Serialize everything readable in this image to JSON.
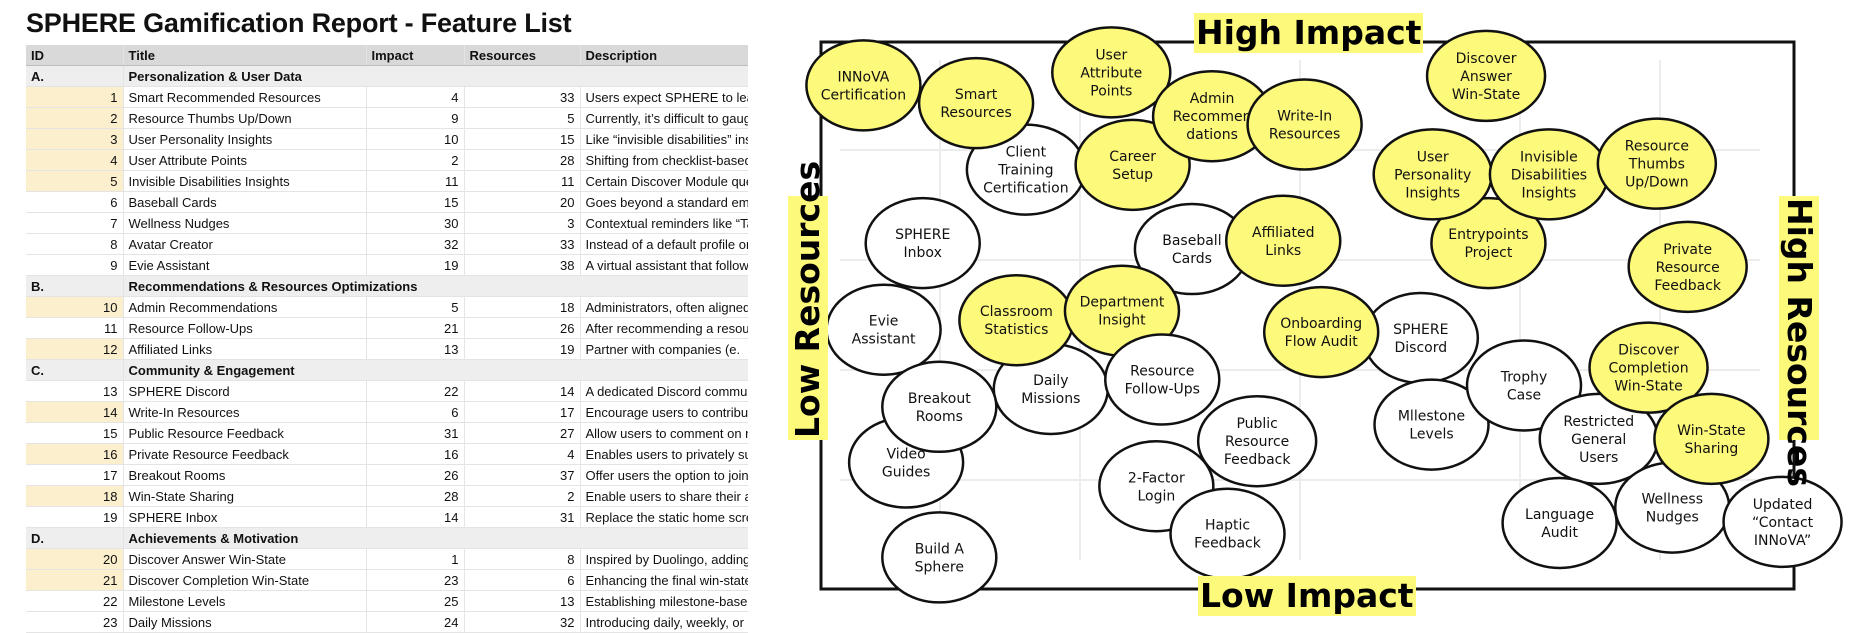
{
  "sheet": {
    "title": "SPHERE Gamification Report - Feature List",
    "columns": [
      "ID",
      "Title",
      "Impact",
      "Resources",
      "Description"
    ],
    "highlight_color": "#fcefcd",
    "sections": [
      {
        "id": "A.",
        "name": "Personalization & User Data",
        "rows": [
          {
            "id": "1",
            "title": "Smart Recommended Resources",
            "impact": "4",
            "resources": "33",
            "description": "Users expect SPHERE to lea",
            "highlighted": true
          },
          {
            "id": "2",
            "title": "Resource Thumbs Up/Down",
            "impact": "9",
            "resources": "5",
            "description": "Currently, it’s difficult to gaug",
            "highlighted": true
          },
          {
            "id": "3",
            "title": "User Personality Insights",
            "impact": "10",
            "resources": "15",
            "description": "Like “invisible disabilities” ins",
            "highlighted": true
          },
          {
            "id": "4",
            "title": "User Attribute Points",
            "impact": "2",
            "resources": "28",
            "description": "Shifting from checklist-based",
            "highlighted": true
          },
          {
            "id": "5",
            "title": "Invisible Disabilities Insights",
            "impact": "11",
            "resources": "11",
            "description": "Certain Discover Module que",
            "highlighted": true
          },
          {
            "id": "6",
            "title": "Baseball Cards",
            "impact": "15",
            "resources": "20",
            "description": "Goes beyond a standard em",
            "highlighted": false
          },
          {
            "id": "7",
            "title": "Wellness Nudges",
            "impact": "30",
            "resources": "3",
            "description": "Contextual reminders like “Ta",
            "highlighted": false
          },
          {
            "id": "8",
            "title": "Avatar Creator",
            "impact": "32",
            "resources": "33",
            "description": "Instead of a default profile or",
            "highlighted": false
          },
          {
            "id": "9",
            "title": "Evie Assistant",
            "impact": "19",
            "resources": "38",
            "description": "A virtual assistant that follow",
            "highlighted": false
          }
        ]
      },
      {
        "id": "B.",
        "name": "Recommendations & Resources Optimizations",
        "rows": [
          {
            "id": "10",
            "title": "Admin Recommendations",
            "impact": "5",
            "resources": "18",
            "description": "Administrators, often aligned",
            "highlighted": true
          },
          {
            "id": "11",
            "title": "Resource Follow-Ups",
            "impact": "21",
            "resources": "26",
            "description": "After recommending a resou",
            "highlighted": false
          },
          {
            "id": "12",
            "title": "Affiliated Links",
            "impact": "13",
            "resources": "19",
            "description": "Partner with companies (e.",
            "highlighted": true
          }
        ]
      },
      {
        "id": "C.",
        "name": "Community & Engagement",
        "rows": [
          {
            "id": "13",
            "title": "SPHERE Discord",
            "impact": "22",
            "resources": "14",
            "description": "A dedicated Discord commu",
            "highlighted": false
          },
          {
            "id": "14",
            "title": "Write-In Resources",
            "impact": "6",
            "resources": "17",
            "description": "Encourage users to contribut",
            "highlighted": true
          },
          {
            "id": "15",
            "title": "Public Resource Feedback",
            "impact": "31",
            "resources": "27",
            "description": "Allow users to comment on r",
            "highlighted": false
          },
          {
            "id": "16",
            "title": "Private Resource Feedback",
            "impact": "16",
            "resources": "4",
            "description": "Enables users to privately su",
            "highlighted": true
          },
          {
            "id": "17",
            "title": "Breakout Rooms",
            "impact": "26",
            "resources": "37",
            "description": "Offer users the option to join",
            "highlighted": false
          },
          {
            "id": "18",
            "title": "Win-State Sharing",
            "impact": "28",
            "resources": "2",
            "description": "Enable users to share their a",
            "highlighted": true
          },
          {
            "id": "19",
            "title": "SPHERE Inbox",
            "impact": "14",
            "resources": "31",
            "description": "Replace the static home scre",
            "highlighted": false
          }
        ]
      },
      {
        "id": "D.",
        "name": "Achievements & Motivation",
        "rows": [
          {
            "id": "20",
            "title": "Discover Answer Win-State",
            "impact": "1",
            "resources": "8",
            "description": "Inspired by Duolingo, adding",
            "highlighted": true
          },
          {
            "id": "21",
            "title": "Discover Completion Win-State",
            "impact": "23",
            "resources": "6",
            "description": "Enhancing the final win-state",
            "highlighted": true
          },
          {
            "id": "22",
            "title": "Milestone Levels",
            "impact": "25",
            "resources": "13",
            "description": "Establishing milestone-base",
            "highlighted": false
          },
          {
            "id": "23",
            "title": "Daily Missions",
            "impact": "24",
            "resources": "32",
            "description": "Introducing daily, weekly, or r",
            "highlighted": false
          }
        ]
      }
    ]
  },
  "board": {
    "labels": {
      "top": "High Impact",
      "bottom": "Low Impact",
      "left": "Low Resources",
      "right": "High Resources"
    },
    "label_color": "#fdf97a",
    "selected_color": "#fdf97a",
    "unselected_color": "#ffffff",
    "bubbles": [
      {
        "lines": [
          "Client",
          "Training",
          "Certification"
        ],
        "selected": false
      },
      {
        "lines": [
          "INNoVA",
          "Certification"
        ],
        "selected": true
      },
      {
        "lines": [
          "Smart",
          "Resources"
        ],
        "selected": true
      },
      {
        "lines": [
          "User",
          "Attribute",
          "Points"
        ],
        "selected": true
      },
      {
        "lines": [
          "Career",
          "Setup"
        ],
        "selected": true
      },
      {
        "lines": [
          "Admin",
          "Recommen",
          "dations"
        ],
        "selected": true
      },
      {
        "lines": [
          "Write-In",
          "Resources"
        ],
        "selected": true
      },
      {
        "lines": [
          "Discover",
          "Answer",
          "Win-State"
        ],
        "selected": true
      },
      {
        "lines": [
          "Entrypoints",
          "Project"
        ],
        "selected": true
      },
      {
        "lines": [
          "User",
          "Personality",
          "Insights"
        ],
        "selected": true
      },
      {
        "lines": [
          "Invisible",
          "Disabilities",
          "Insights"
        ],
        "selected": true
      },
      {
        "lines": [
          "Resource",
          "Thumbs",
          "Up/Down"
        ],
        "selected": true
      },
      {
        "lines": [
          "Private",
          "Resource",
          "Feedback"
        ],
        "selected": true
      },
      {
        "lines": [
          "SPHERE",
          "Inbox"
        ],
        "selected": false
      },
      {
        "lines": [
          "Baseball",
          "Cards"
        ],
        "selected": false
      },
      {
        "lines": [
          "Affiliated",
          "Links"
        ],
        "selected": true
      },
      {
        "lines": [
          "Evie",
          "Assistant"
        ],
        "selected": false
      },
      {
        "lines": [
          "Daily",
          "Missions"
        ],
        "selected": false
      },
      {
        "lines": [
          "Classroom",
          "Statistics"
        ],
        "selected": true
      },
      {
        "lines": [
          "Department",
          "Insight"
        ],
        "selected": true
      },
      {
        "lines": [
          "SPHERE",
          "Discord"
        ],
        "selected": false
      },
      {
        "lines": [
          "Onboarding",
          "Flow Audit"
        ],
        "selected": true
      },
      {
        "lines": [
          "Video",
          "Guides"
        ],
        "selected": false
      },
      {
        "lines": [
          "Breakout",
          "Rooms"
        ],
        "selected": false
      },
      {
        "lines": [
          "Resource",
          "Follow-Ups"
        ],
        "selected": false
      },
      {
        "lines": [
          "Public",
          "Resource",
          "Feedback"
        ],
        "selected": false
      },
      {
        "lines": [
          "2-Factor",
          "Login"
        ],
        "selected": false
      },
      {
        "lines": [
          "Haptic",
          "Feedback"
        ],
        "selected": false
      },
      {
        "lines": [
          "Build A",
          "Sphere"
        ],
        "selected": false
      },
      {
        "lines": [
          "Mllestone",
          "Levels"
        ],
        "selected": false
      },
      {
        "lines": [
          "Trophy",
          "Case"
        ],
        "selected": false
      },
      {
        "lines": [
          "Restricted",
          "General",
          "Users"
        ],
        "selected": false
      },
      {
        "lines": [
          "Discover",
          "Completion",
          "Win-State"
        ],
        "selected": true
      },
      {
        "lines": [
          "Language",
          "Audit"
        ],
        "selected": false
      },
      {
        "lines": [
          "Wellness",
          "Nudges"
        ],
        "selected": false
      },
      {
        "lines": [
          "Updated",
          "“Contact",
          "INNoVA”"
        ],
        "selected": false
      },
      {
        "lines": [
          "Win-State",
          "Sharing"
        ],
        "selected": true
      }
    ]
  }
}
